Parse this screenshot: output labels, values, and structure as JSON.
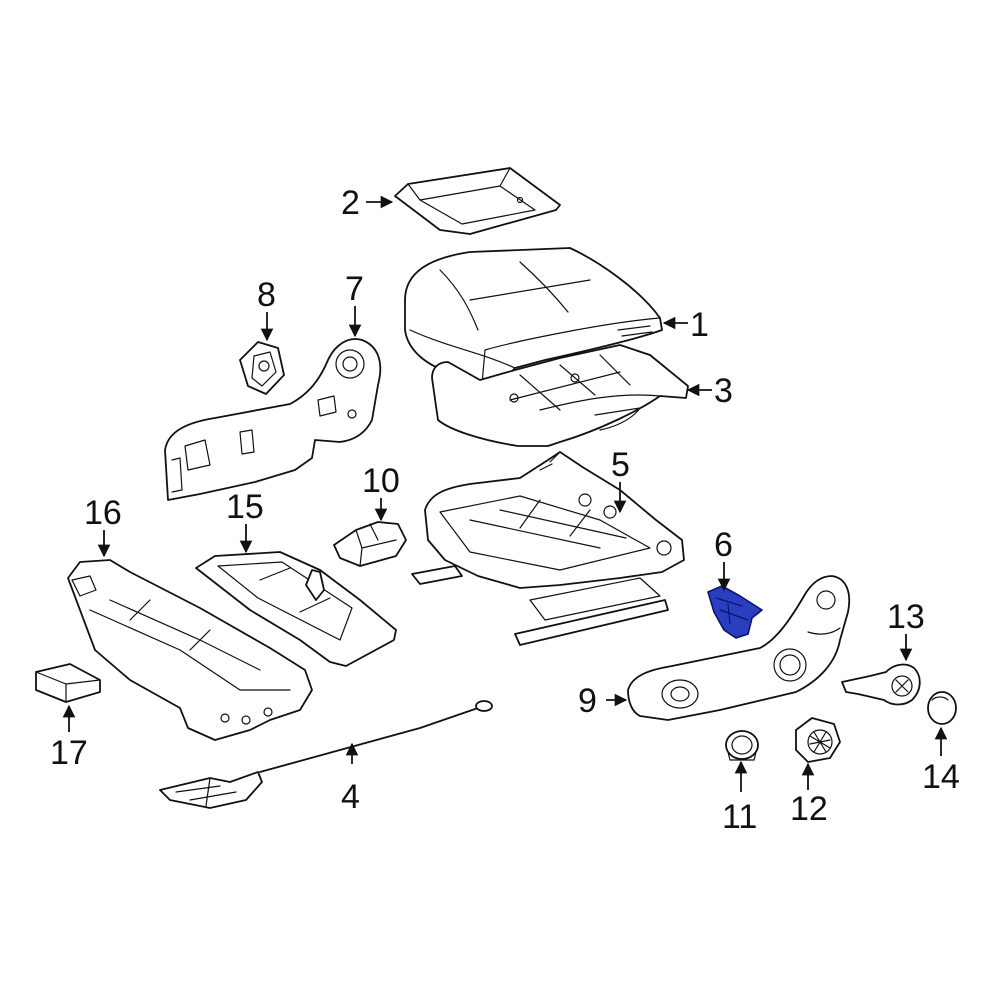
{
  "highlight_color": "#2a3fbf",
  "callouts": {
    "c1": "1",
    "c2": "2",
    "c3": "3",
    "c4": "4",
    "c5": "5",
    "c6": "6",
    "c7": "7",
    "c8": "8",
    "c9": "9",
    "c10": "10",
    "c11": "11",
    "c12": "12",
    "c13": "13",
    "c14": "14",
    "c15": "15",
    "c16": "16",
    "c17": "17"
  }
}
